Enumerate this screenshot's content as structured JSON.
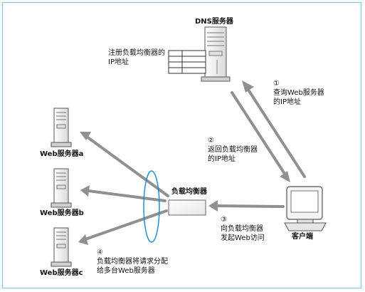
{
  "nodes": {
    "dns_server": "DNS服务器",
    "client": "客户端",
    "load_balancer": "负载均衡器",
    "web_a": "Web服务器a",
    "web_b": "Web服务器b",
    "web_c": "Web服务器c"
  },
  "notes": {
    "register_line1": "注册负载均衡器的",
    "register_line2": "IP地址"
  },
  "steps": [
    {
      "num": "①",
      "line1": "查询Web服务器",
      "line2": "的IP地址"
    },
    {
      "num": "②",
      "line1": "返回负载均衡器",
      "line2": "的IP地址"
    },
    {
      "num": "③",
      "line1": "向负载均衡器",
      "line2": "发起Web访问"
    },
    {
      "num": "④",
      "line1": "负载均衡器将请求分配",
      "line2": "给多台Web服务器"
    }
  ],
  "colors": {
    "frame": "#7fc3e4",
    "arrow": "#909090",
    "ellipse": "#1f8fd1"
  }
}
